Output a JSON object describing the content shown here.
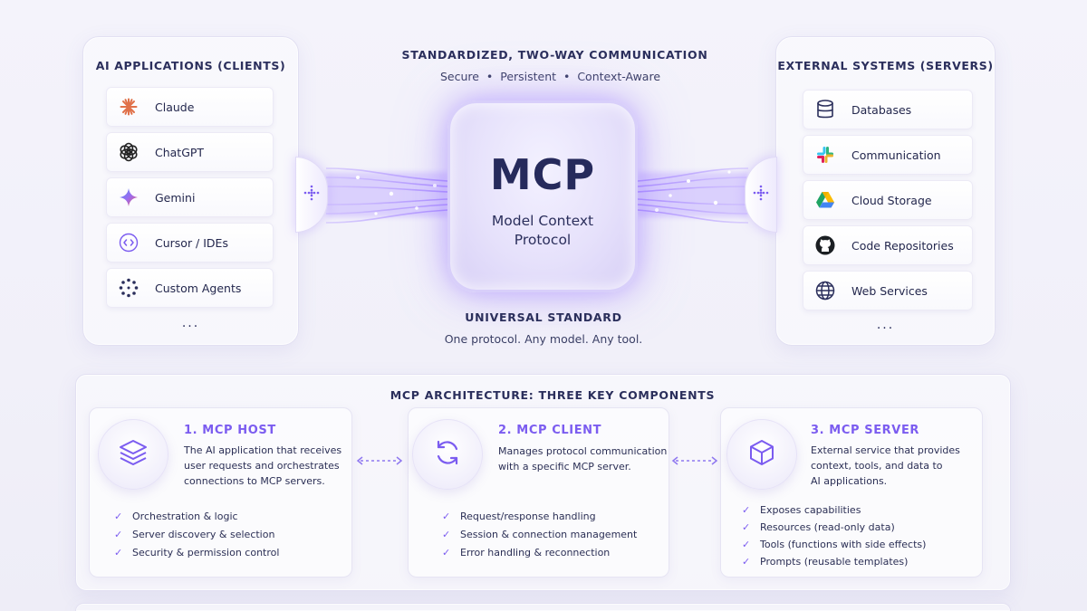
{
  "header": {
    "title": "STANDARDIZED, TWO-WAY COMMUNICATION",
    "subtitle": "Secure  •  Persistent  •  Context-Aware"
  },
  "clients": {
    "title": "AI APPLICATIONS (CLIENTS)",
    "items": [
      {
        "label": "Claude",
        "icon": "claude-icon"
      },
      {
        "label": "ChatGPT",
        "icon": "chatgpt-icon"
      },
      {
        "label": "Gemini",
        "icon": "gemini-icon"
      },
      {
        "label": "Cursor / IDEs",
        "icon": "code-icon"
      },
      {
        "label": "Custom Agents",
        "icon": "agents-icon"
      }
    ],
    "more": "..."
  },
  "servers": {
    "title": "EXTERNAL SYSTEMS (SERVERS)",
    "items": [
      {
        "label": "Databases",
        "icon": "database-icon"
      },
      {
        "label": "Communication",
        "icon": "slack-icon"
      },
      {
        "label": "Cloud Storage",
        "icon": "google-drive-icon"
      },
      {
        "label": "Code Repositories",
        "icon": "github-icon"
      },
      {
        "label": "Web Services",
        "icon": "globe-icon"
      }
    ],
    "more": "..."
  },
  "mcp": {
    "acronym": "MCP",
    "name_line1": "Model Context",
    "name_line2": "Protocol"
  },
  "standard": {
    "title": "UNIVERSAL STANDARD",
    "subtitle": "One protocol. Any model. Any tool."
  },
  "architecture": {
    "title": "MCP ARCHITECTURE: THREE KEY COMPONENTS",
    "cards": [
      {
        "title": "1. MCP HOST",
        "icon": "layers-icon",
        "desc": [
          "The AI application that receives",
          "user requests and orchestrates",
          "connections to MCP servers."
        ],
        "checks": [
          "Orchestration & logic",
          "Server discovery & selection",
          "Security & permission control"
        ]
      },
      {
        "title": "2. MCP CLIENT",
        "icon": "sync-icon",
        "desc": [
          "Manages protocol communication",
          "with a specific MCP server."
        ],
        "checks": [
          "Request/response handling",
          "Session & connection management",
          "Error handling & reconnection"
        ]
      },
      {
        "title": "3. MCP SERVER",
        "icon": "cube-icon",
        "desc": [
          "External service that provides",
          "context, tools, and data to",
          "AI applications."
        ],
        "checks": [
          "Exposes capabilities",
          "Resources (read-only data)",
          "Tools (functions with side effects)",
          "Prompts (reusable templates)"
        ]
      }
    ]
  },
  "colors": {
    "accent": "#7b5cf0",
    "text": "#2b2f5c",
    "glow": "#b8a4ff"
  }
}
